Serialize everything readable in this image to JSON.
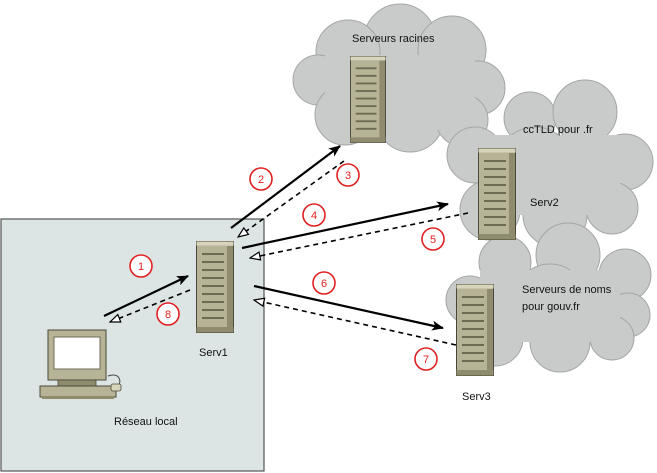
{
  "labels": {
    "root_servers": "Serveurs racines",
    "cctld": "ccTLD pour .fr",
    "serv2": "Serv2",
    "gouv_line1": "Serveurs de noms",
    "gouv_line2": "pour gouv.fr",
    "serv3": "Serv3",
    "serv1": "Serv1",
    "local_network": "Réseau local"
  },
  "steps": [
    "1",
    "2",
    "3",
    "4",
    "5",
    "6",
    "7",
    "8"
  ],
  "colors": {
    "cloud": "#c9cbcb",
    "local_network_box": "#dce5e3",
    "server_body": "#b7b396",
    "step_circle": "#e02020",
    "arrow": "#000000"
  },
  "icons": {
    "server": "server-tower-icon",
    "workstation": "desktop-computer-icon",
    "cloud": "cloud-shape"
  }
}
